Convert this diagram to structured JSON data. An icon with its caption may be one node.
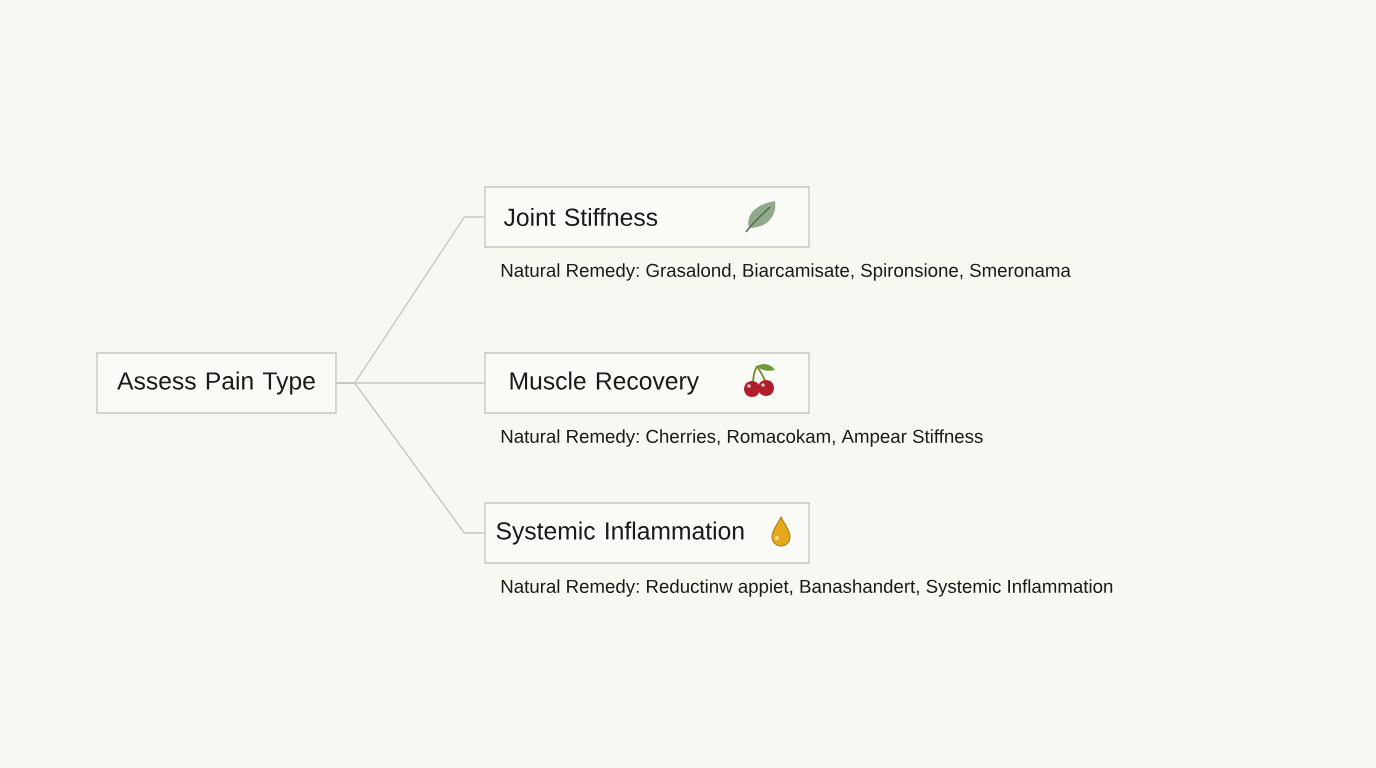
{
  "diagram": {
    "nodes": [
      {
        "text": [
          "Assess Pain Type"
        ]
      },
      {
        "text": [
          "Joint Stiffness"
        ],
        "beside": [
          "Natural Remedy: Grasalond, Biarcamisate, Spironsione, Smeronama"
        ]
      },
      {
        "text": [
          "Muscle Recovery"
        ],
        "beside": [
          "Natural Remedy: Cherries, Romacokam, Ampear Stiffness"
        ]
      },
      {
        "text": [
          "Systemic Inflammation"
        ],
        "beside": [
          "Natural Remedy: Reductinw appiet, Banashandert, Systemic Inflammation"
        ]
      }
    ],
    "edges": [
      {
        "from": 0,
        "to": 1,
        "arrow": "none"
      },
      {
        "from": 0,
        "to": 2,
        "arrow": "none"
      },
      {
        "from": 0,
        "to": 3,
        "arrow": "none"
      }
    ]
  }
}
